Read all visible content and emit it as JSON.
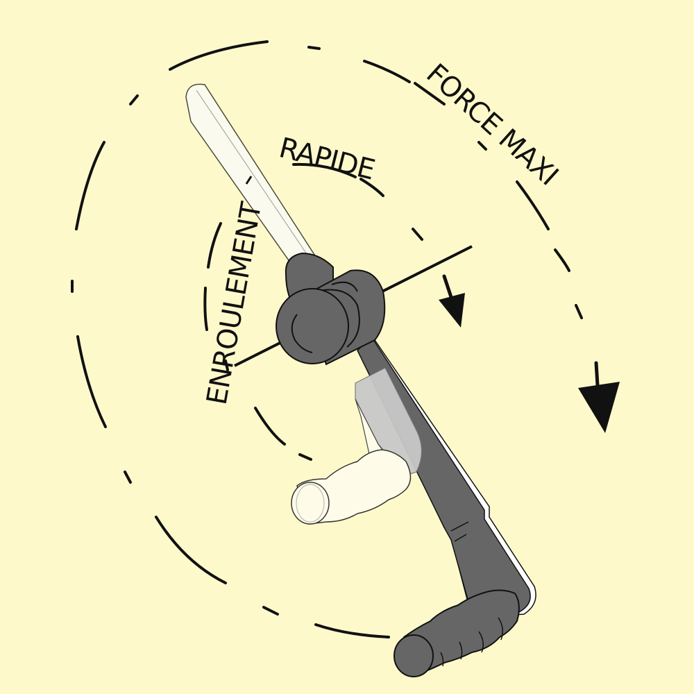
{
  "diagram": {
    "subject": "winch-handle",
    "labels": {
      "force_maxi": "FORCE MAXI",
      "rapide": "RAPIDE",
      "enroulement": "ENROULEMENT"
    },
    "arrows": [
      {
        "name": "rapide-arrow",
        "direction": "down"
      },
      {
        "name": "force-maxi-arrow",
        "direction": "down"
      }
    ],
    "colors": {
      "background": "#FEF9CB",
      "handle_dark": "#666666",
      "handle_light": "#FBFAEE",
      "grip_light": "#FEFCE8",
      "ink": "#111111"
    }
  }
}
